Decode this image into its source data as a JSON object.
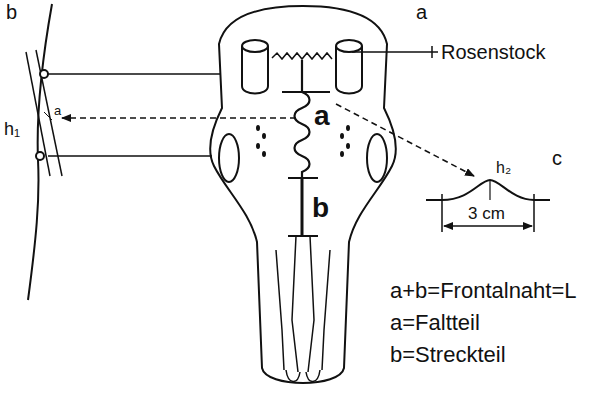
{
  "diagram": {
    "labels": [
      "b",
      "a",
      "Rosenstock",
      "a",
      "h₁",
      "a",
      "c",
      "h₂",
      "3 cm",
      "b",
      "a+b=Frontalnaht=L",
      "a=Faltteil",
      "b=Streckteil"
    ]
  }
}
